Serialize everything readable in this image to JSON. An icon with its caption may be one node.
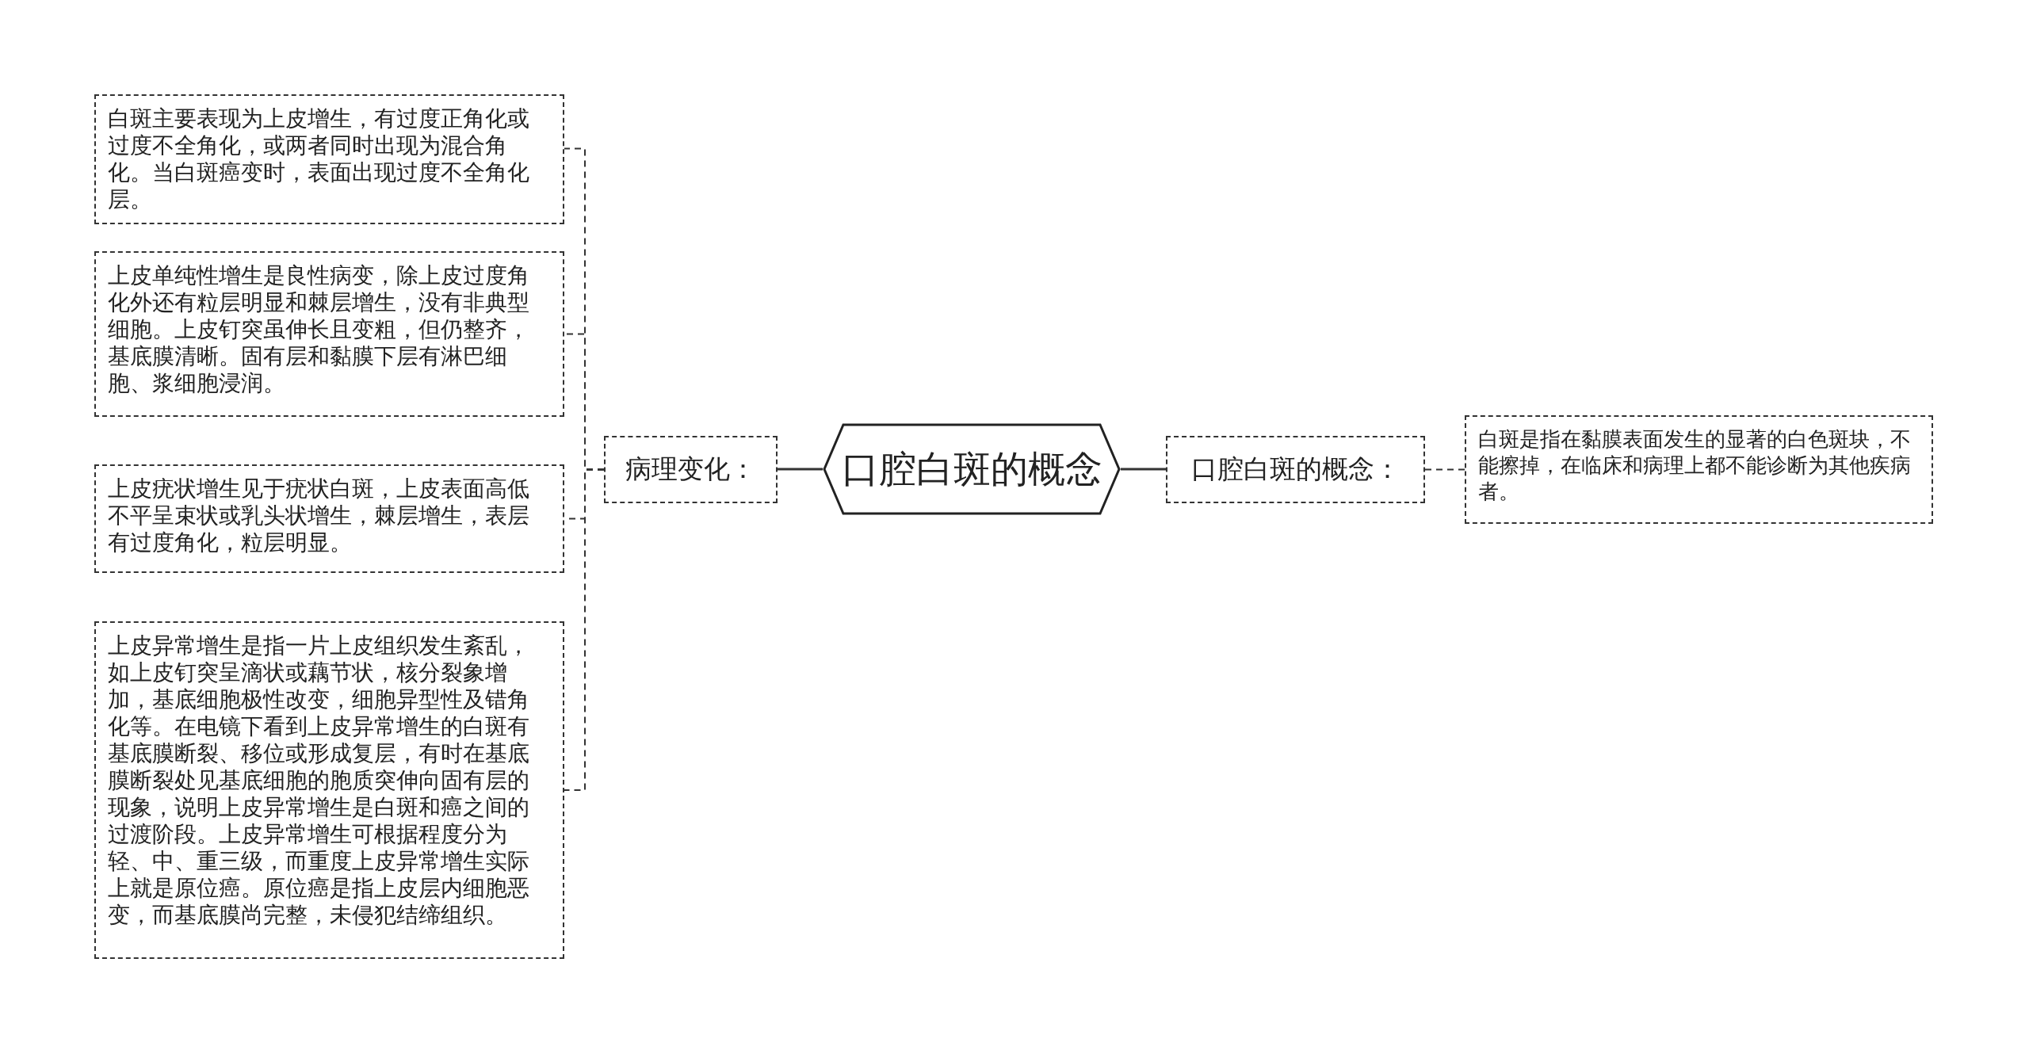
{
  "diagram": {
    "nodes": [
      {
        "text": [
          "口腔白斑的概念"
        ]
      },
      {
        "text": [
          "病理变化："
        ]
      },
      {
        "text": [
          "白斑主要表现为上皮增生，有过度正角化或过度不全角化，或两者同时出现为混合角化。当白斑癌变时，表面出现过度不全角化层。"
        ]
      },
      {
        "text": [
          "上皮单纯性增生是良性病变，除上皮过度角化外还有粒层明显和棘层增生，没有非典型细胞。上皮钉突虽伸长且变粗，但仍整齐，基底膜清晰。固有层和黏膜下层有淋巴细胞、浆细胞浸润。"
        ]
      },
      {
        "text": [
          "上皮疣状增生见于疣状白斑，上皮表面高低不平呈束状或乳头状增生，棘层增生，表层有过度角化，粒层明显。"
        ]
      },
      {
        "text": [
          "上皮异常增生是指一片上皮组织发生紊乱，如上皮钉突呈滴状或藕节状，核分裂象增加，基底细胞极性改变，细胞异型性及错角化等。在电镜下看到上皮异常增生的白斑有基底膜断裂、移位或形成复层，有时在基底膜断裂处见基底细胞的胞质突伸向固有层的现象，说明上皮异常增生是白斑和癌之间的过渡阶段。上皮异常增生可根据程度分为轻、中、重三级，而重度上皮异常增生实际上就是原位癌。原位癌是指上皮层内细胞恶变，而基底膜尚完整，未侵犯结缔组织。"
        ]
      },
      {
        "text": [
          "口腔白斑的概念："
        ]
      },
      {
        "text": [
          "白斑是指在黏膜表面发生的显著的白色斑块，不能擦掉，在临床和病理上都不能诊断为其他疾病者。"
        ]
      }
    ],
    "edges": [
      {
        "from": 0,
        "to": 1,
        "arrow": "none"
      },
      {
        "from": 1,
        "to": 2,
        "arrow": "none",
        "style": "dashed"
      },
      {
        "from": 1,
        "to": 3,
        "arrow": "none",
        "style": "dashed"
      },
      {
        "from": 1,
        "to": 4,
        "arrow": "none",
        "style": "dashed"
      },
      {
        "from": 1,
        "to": 5,
        "arrow": "none",
        "style": "dashed"
      },
      {
        "from": 0,
        "to": 6,
        "arrow": "none"
      },
      {
        "from": 6,
        "to": 7,
        "arrow": "none",
        "style": "dashed"
      }
    ]
  }
}
